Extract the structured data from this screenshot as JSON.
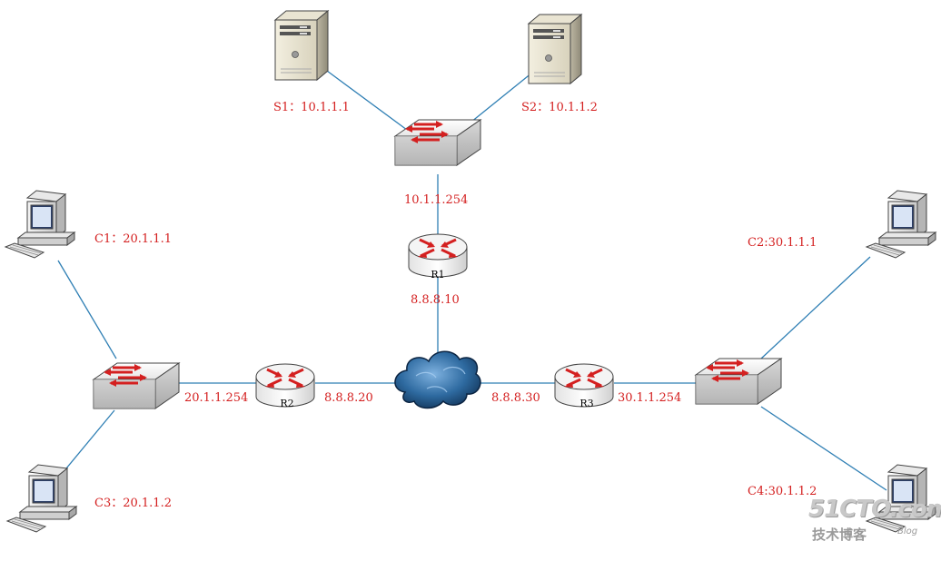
{
  "colors": {
    "link": "#2f7fb4",
    "label": "#d42020",
    "arrow": "#d42020"
  },
  "devices": {
    "S1": {
      "type": "server",
      "label": "S1：10.1.1.1"
    },
    "S2": {
      "type": "server",
      "label": "S2：10.1.1.2"
    },
    "SW_top": {
      "type": "switch",
      "label": "10.1.1.254"
    },
    "R1": {
      "type": "router",
      "name": "R1",
      "label": "8.8.8.10"
    },
    "C1": {
      "type": "pc",
      "label": "C1：20.1.1.1"
    },
    "C3": {
      "type": "pc",
      "label": "C3：20.1.1.2"
    },
    "SW_left": {
      "type": "switch",
      "label": "20.1.1.254"
    },
    "R2": {
      "type": "router",
      "name": "R2",
      "label": "8.8.8.20"
    },
    "Cloud": {
      "type": "cloud"
    },
    "R3": {
      "type": "router",
      "name": "R3",
      "label": "8.8.8.30"
    },
    "SW_right": {
      "type": "switch",
      "label": "30.1.1.254"
    },
    "C2": {
      "type": "pc",
      "label": "C2:30.1.1.1"
    },
    "C4": {
      "type": "pc",
      "label": "C4:30.1.1.2"
    }
  },
  "watermark": {
    "site": "51CTO.com",
    "text": "技术博客",
    "blog": "Blog"
  }
}
